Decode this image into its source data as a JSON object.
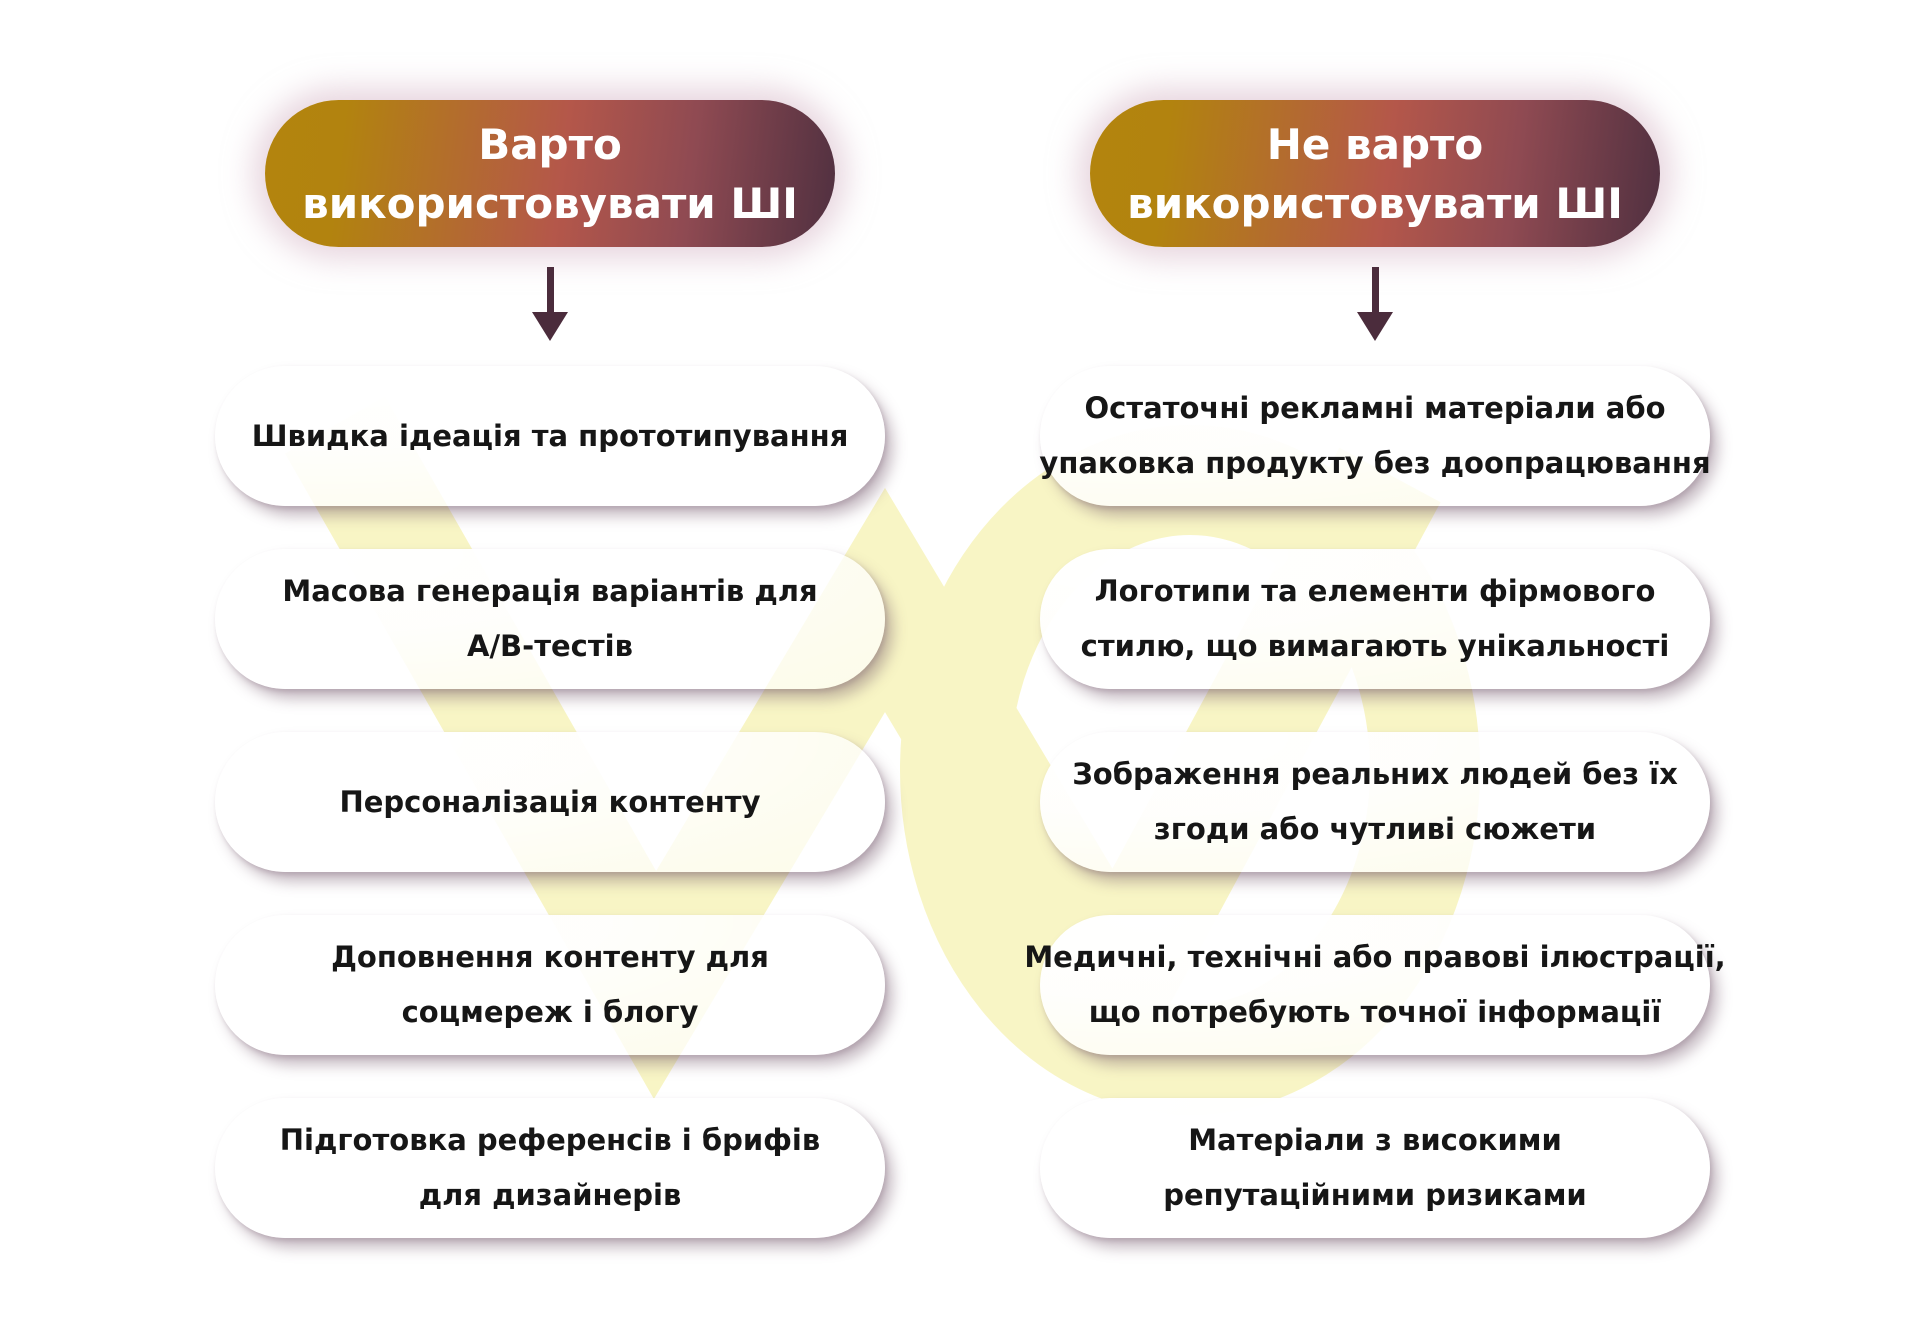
{
  "columns": [
    {
      "id": "use-ai",
      "header": {
        "lines": [
          "Варто",
          "використовувати ШІ"
        ]
      },
      "items": [
        {
          "lines": [
            "Швидка ідеація та прототипування"
          ]
        },
        {
          "lines": [
            "Масова генерація варіантів для",
            "А/В-тестів"
          ]
        },
        {
          "lines": [
            "Персоналізація контенту"
          ]
        },
        {
          "lines": [
            "Доповнення контенту для",
            "соцмереж і блогу"
          ]
        },
        {
          "lines": [
            "Підготовка референсів і брифів",
            "для дизайнерів"
          ]
        }
      ]
    },
    {
      "id": "avoid-ai",
      "header": {
        "lines": [
          "Не варто",
          "використовувати ШІ"
        ]
      },
      "items": [
        {
          "lines": [
            "Остаточні рекламні матеріали або",
            "упаковка продукту без доопрацювання"
          ]
        },
        {
          "lines": [
            "Логотипи та елементи фірмового",
            "стилю, що вимагають унікальності"
          ]
        },
        {
          "lines": [
            "Зображення реальних людей без їх",
            "згоди або чутливі сюжети"
          ]
        },
        {
          "lines": [
            "Медичні, технічні або правові ілюстрації,",
            "що потребують точної інформації"
          ]
        },
        {
          "lines": [
            "Матеріали з високими",
            "репутаційними ризиками"
          ]
        }
      ]
    }
  ],
  "icons": {
    "down_arrow": "down-arrow",
    "watermark_shape": "large pale-yellow W letterform with ring"
  },
  "colors": {
    "background": "#ffffff",
    "header_gradient_left": "#b3840e",
    "header_gradient_middle": "#b4574a",
    "header_gradient_right": "#503040",
    "header_glow": "#d1aec0",
    "header_text": "#ffffff",
    "arrow": "#4b2c3c",
    "item_pill": "#ffffff",
    "item_shadow": "#6d4f63",
    "item_text": "#161616",
    "watermark_yellow": "#f8f5c5"
  }
}
